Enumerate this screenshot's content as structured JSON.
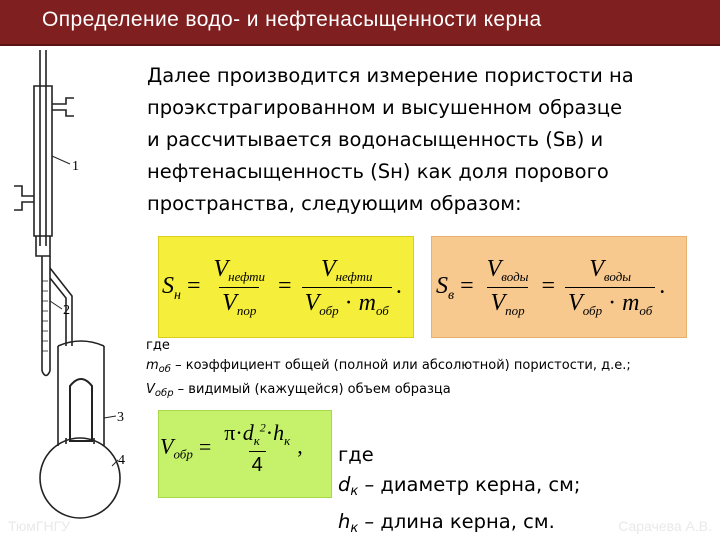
{
  "title": "Определение водо- и нефтенасыщенности керна",
  "apparatus_labels": [
    "1",
    "2",
    "3",
    "4"
  ],
  "paragraph": {
    "lines": [
      "Далее производится измерение пористости на",
      "проэкстрагированном и высушенном образце",
      "и рассчитывается водонасыщенность (Sв) и",
      "нефтенасыщенность (Sн) как доля порового",
      "пространства, следующим образом:"
    ]
  },
  "formula_oil": {
    "lhs": "S",
    "lhs_sub": "н",
    "num1": "V",
    "num1_sub": "нефти",
    "den1": "V",
    "den1_sub": "пор",
    "num2": "V",
    "num2_sub": "нефти",
    "den2_a": "V",
    "den2_a_sub": "обр",
    "den2_b": "m",
    "den2_b_sub": "об",
    "end": "."
  },
  "formula_water": {
    "lhs": "S",
    "lhs_sub": "в",
    "num1": "V",
    "num1_sub": "воды",
    "den1": "V",
    "den1_sub": "пор",
    "num2": "V",
    "num2_sub": "воды",
    "den2_a": "V",
    "den2_a_sub": "обр",
    "den2_b": "m",
    "den2_b_sub": "об",
    "end": "."
  },
  "where1": {
    "label": "где",
    "m_sym": "m",
    "m_sub": "об",
    "m_desc": " – коэффициент общей (полной или абсолютной) пористости, д.е.;",
    "v_sym": "V",
    "v_sub": "обр",
    "v_desc": " – видимый (кажущейся) объем образца"
  },
  "formula_volume": {
    "lhs": "V",
    "lhs_sub": "обр",
    "pi": "π",
    "d": "d",
    "d_sub": "к",
    "d_sup": "2",
    "h": "h",
    "h_sub": "к",
    "den": "4",
    "end": ","
  },
  "where2": {
    "label": "где",
    "d_sym": "d",
    "d_sub": "к",
    "d_desc": " – диаметр керна, см;",
    "h_sym": "h",
    "h_sub": "к",
    "h_desc": " – длина керна, см."
  },
  "footer": {
    "left": "ТюмГНГУ",
    "right": "Сарачева А.В."
  },
  "colors": {
    "title_bg": "#7f1f1f",
    "box_yellow": "#f5ee3a",
    "box_orange": "#f8c98f",
    "box_green": "#c6f26b"
  }
}
